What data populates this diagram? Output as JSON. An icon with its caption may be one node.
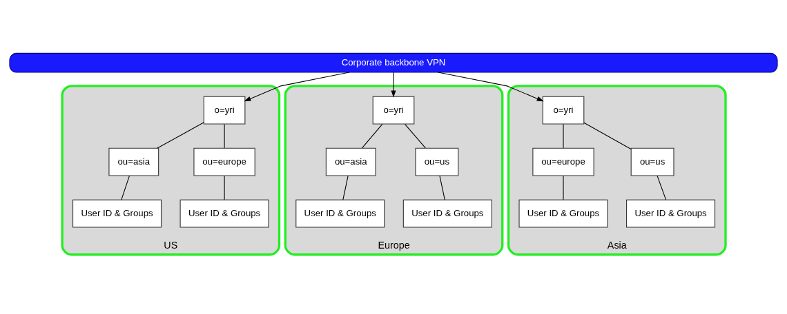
{
  "diagram": {
    "nodes": [
      {
        "text": [
          "Corporate backbone VPN"
        ]
      },
      {
        "text": [
          "US"
        ]
      },
      {
        "text": [
          "o=yri"
        ],
        "in": 1
      },
      {
        "text": [
          "ou=asia"
        ],
        "in": 1
      },
      {
        "text": [
          "ou=europe"
        ],
        "in": 1
      },
      {
        "text": [
          "User ID & Groups"
        ],
        "in": 1
      },
      {
        "text": [
          "User ID & Groups"
        ],
        "in": 1
      },
      {
        "text": [
          "Europe"
        ]
      },
      {
        "text": [
          "o=yri"
        ],
        "in": 7
      },
      {
        "text": [
          "ou=asia"
        ],
        "in": 7
      },
      {
        "text": [
          "ou=us"
        ],
        "in": 7
      },
      {
        "text": [
          "User ID & Groups"
        ],
        "in": 7
      },
      {
        "text": [
          "User ID & Groups"
        ],
        "in": 7
      },
      {
        "text": [
          "Asia"
        ]
      },
      {
        "text": [
          "o=yri"
        ],
        "in": 13
      },
      {
        "text": [
          "ou=europe"
        ],
        "in": 13
      },
      {
        "text": [
          "ou=us"
        ],
        "in": 13
      },
      {
        "text": [
          "User ID & Groups"
        ],
        "in": 13
      },
      {
        "text": [
          "User ID & Groups"
        ],
        "in": 13
      }
    ],
    "edges": [
      {
        "from": 0,
        "to": 2,
        "arrow": "to"
      },
      {
        "from": 0,
        "to": 8,
        "arrow": "to"
      },
      {
        "from": 0,
        "to": 14,
        "arrow": "to"
      },
      {
        "from": 2,
        "to": 3,
        "arrow": "none"
      },
      {
        "from": 2,
        "to": 4,
        "arrow": "none"
      },
      {
        "from": 3,
        "to": 5,
        "arrow": "none"
      },
      {
        "from": 4,
        "to": 6,
        "arrow": "none"
      },
      {
        "from": 8,
        "to": 9,
        "arrow": "none"
      },
      {
        "from": 8,
        "to": 10,
        "arrow": "none"
      },
      {
        "from": 9,
        "to": 11,
        "arrow": "none"
      },
      {
        "from": 10,
        "to": 12,
        "arrow": "none"
      },
      {
        "from": 14,
        "to": 15,
        "arrow": "none"
      },
      {
        "from": 14,
        "to": 16,
        "arrow": "none"
      },
      {
        "from": 15,
        "to": 17,
        "arrow": "none"
      },
      {
        "from": 16,
        "to": 18,
        "arrow": "none"
      }
    ]
  }
}
